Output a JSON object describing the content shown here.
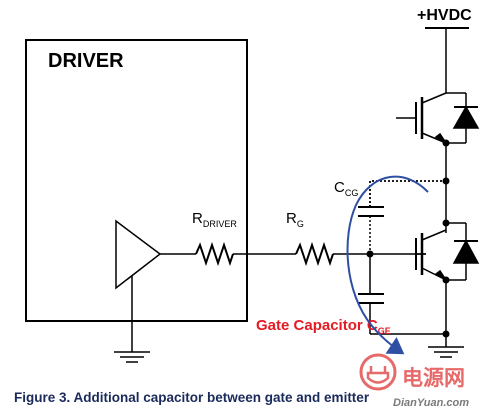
{
  "supply": {
    "label": "+HVDC"
  },
  "driver": {
    "label": "DRIVER"
  },
  "resistors": {
    "rdriver": {
      "main": "R",
      "sub": "DRIVER"
    },
    "rg": {
      "main": "R",
      "sub": "G"
    }
  },
  "capacitors": {
    "ccg": {
      "main": "C",
      "sub": "CG"
    },
    "gate_capacitor": {
      "prefix": "Gate Capacitor ",
      "main": "C",
      "sub": "GE"
    }
  },
  "caption": "Figure 3. Additional capacitor between gate and emitter",
  "watermark": {
    "cn": "电源网",
    "en": "DianYuan.com"
  },
  "colors": {
    "red_label": "#e31b23",
    "arrow_blue": "#2e4fa3",
    "watermark": "#e76a6a"
  }
}
